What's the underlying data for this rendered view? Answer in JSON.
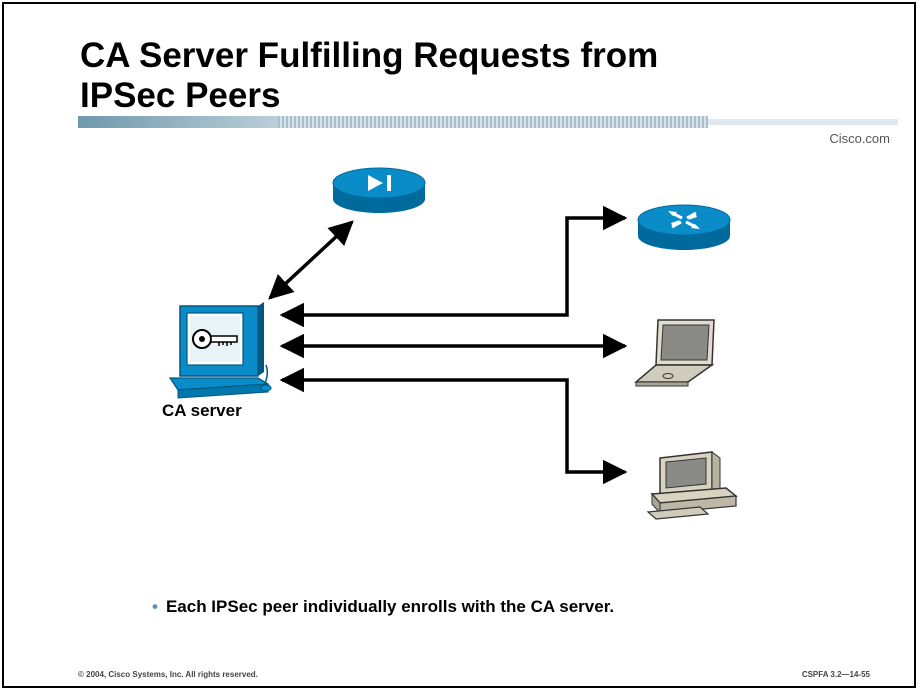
{
  "slide": {
    "title_line1": "CA Server Fulfilling Requests from",
    "title_line2": "IPSec Peers",
    "brand": "Cisco.com",
    "footer_left": "© 2004, Cisco Systems, Inc. All rights reserved.",
    "footer_right": "CSPFA 3.2—14-55"
  },
  "diagram": {
    "ca_server_label": "CA server",
    "nodes": [
      {
        "id": "ca-server",
        "icon": "ca-server-computer-icon"
      },
      {
        "id": "vpn-concentrator",
        "icon": "vpn-concentrator-icon"
      },
      {
        "id": "router",
        "icon": "router-icon"
      },
      {
        "id": "laptop",
        "icon": "laptop-icon"
      },
      {
        "id": "workstation",
        "icon": "workstation-icon"
      }
    ],
    "colors": {
      "device_blue": "#0a8cc8",
      "device_dark": "#006a9c",
      "beige": "#d8d3c0"
    }
  },
  "bullets": [
    "Each IPSec peer individually enrolls with the CA server."
  ]
}
